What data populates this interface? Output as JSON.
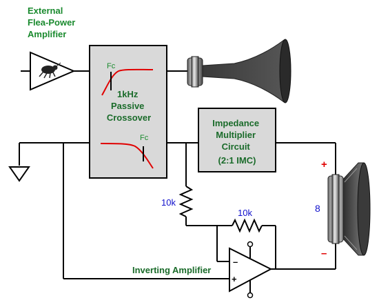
{
  "amplifier_label": [
    "External",
    "Flea-Power",
    "Amplifier"
  ],
  "crossover_label": [
    "1kHz",
    "Passive",
    "Crossover"
  ],
  "fc_label_hp": "Fc",
  "fc_label_lp": "Fc",
  "imc_label": [
    "Impedance",
    "Multiplier",
    "Circuit",
    "(2:1 IMC)"
  ],
  "resistor_1_label": "10k",
  "resistor_2_label": "10k",
  "speaker_impedance": "8",
  "speaker_plus": "+",
  "speaker_minus": "–",
  "opamp_minus": "–",
  "opamp_plus": "+",
  "inverting_amp_label": "Inverting Amplifier",
  "colors": {
    "label_green": "#1a8a2e",
    "label_dark_green": "#1a6b2a",
    "value_blue": "#1010cc",
    "polarity_red": "#e00000",
    "filter_curve": "#e00000",
    "box_fill": "#d9d9d9"
  }
}
